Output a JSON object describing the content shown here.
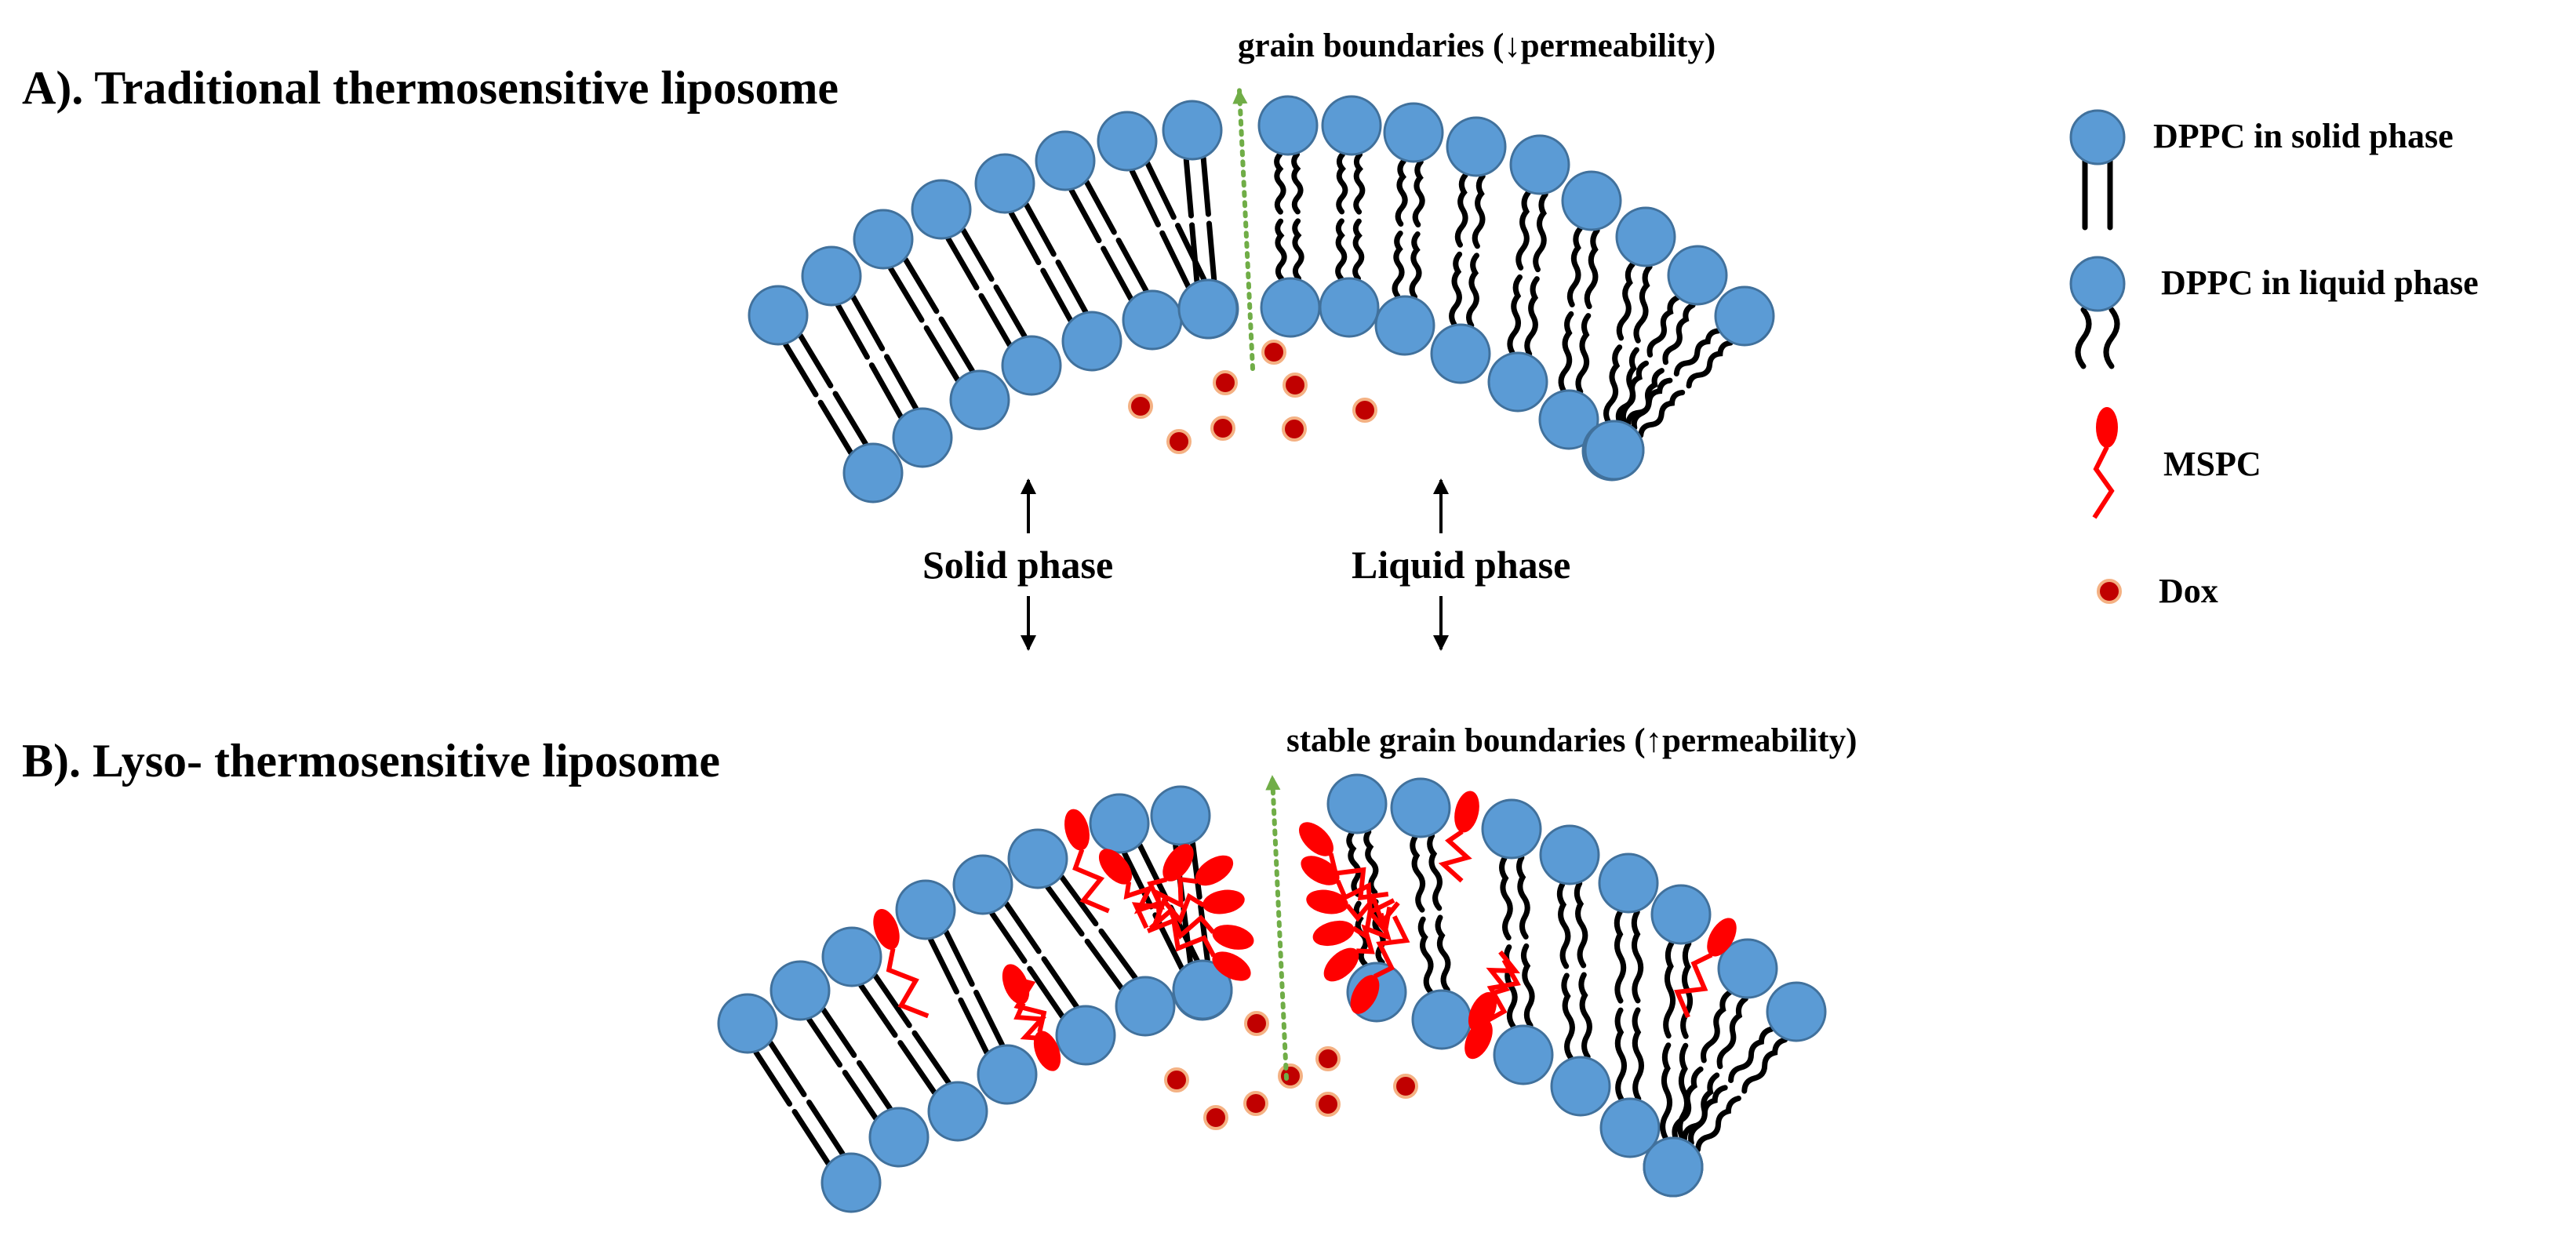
{
  "panel_a": {
    "title": "A). Traditional thermosensitive liposome",
    "grain_label": "grain boundaries (↓permeability)",
    "solid_label": "Solid phase",
    "liquid_label": "Liquid phase"
  },
  "panel_b": {
    "title": "B). Lyso- thermosensitive liposome",
    "grain_label": "stable grain boundaries (↑permeability)"
  },
  "legend": {
    "solid": "DPPC in solid phase",
    "liquid": "DPPC in liquid phase",
    "mspc": "MSPC",
    "dox": "Dox"
  },
  "colors": {
    "lipid_head": "#5B9BD5",
    "lipid_head_outline": "#41719C",
    "mspc": "#FF0000",
    "dox_core": "#C00000",
    "dox_rim": "#F4B183",
    "grain_arrow": "#70AD47"
  }
}
